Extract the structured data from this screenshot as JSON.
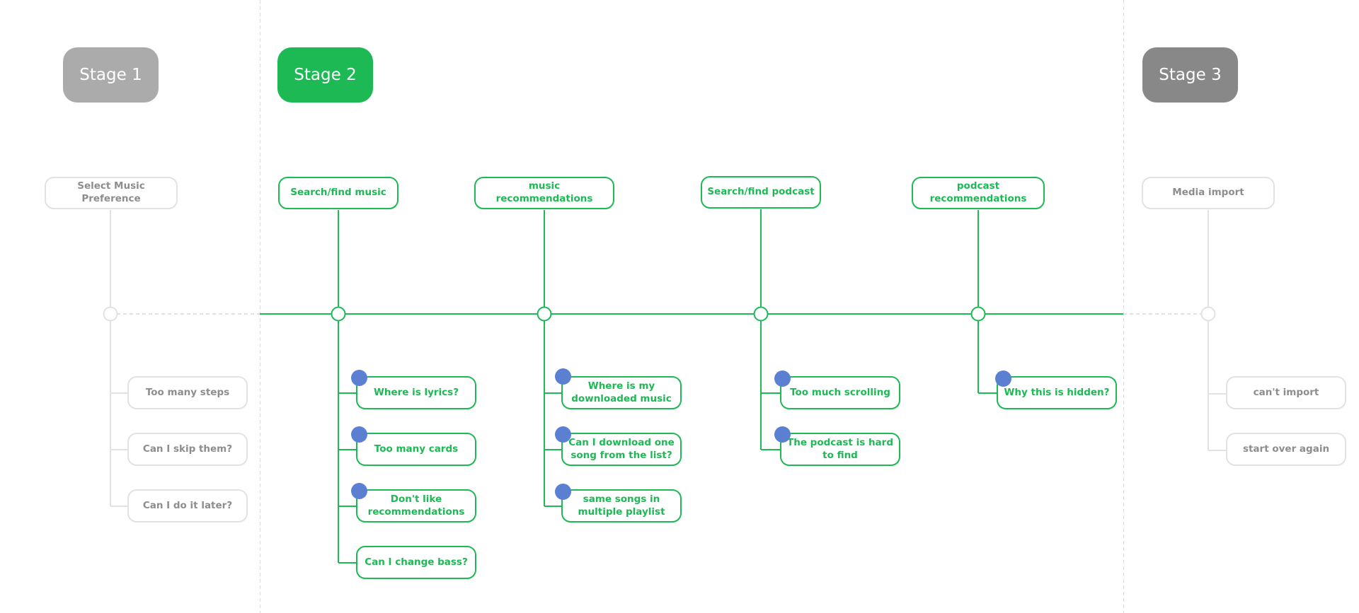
{
  "stages": [
    {
      "label": "Stage 1"
    },
    {
      "label": "Stage 2"
    },
    {
      "label": "Stage 3"
    }
  ],
  "stage1": {
    "category": "Select Music Preference",
    "issues": [
      "Too many steps",
      "Can I skip them?",
      "Can I do it later?"
    ]
  },
  "stage2": {
    "columns": [
      {
        "category": "Search/find music",
        "issues": [
          "Where is lyrics?",
          "Too many cards",
          "Don't like recommendations",
          "Can I change bass?"
        ]
      },
      {
        "category": "music recommendations",
        "issues": [
          "Where is my downloaded music",
          "Can I download one song from the list?",
          "same songs in multiple playlist"
        ]
      },
      {
        "category": "Search/find podcast",
        "issues": [
          "Too much scrolling",
          "The podcast is hard to find"
        ]
      },
      {
        "category": "podcast recommendations",
        "issues": [
          "Why this is hidden?"
        ]
      }
    ]
  },
  "stage3": {
    "category": "Media import",
    "issues": [
      "can't import",
      "start over again"
    ]
  },
  "colors": {
    "active": "#1db954",
    "muted_border": "#e2e2e2",
    "muted_text": "#8d8d8d",
    "stage1_badge": "#ababab",
    "stage3_badge": "#888888",
    "marker": "#5b7fd1",
    "divider": "#d9d9d9"
  }
}
